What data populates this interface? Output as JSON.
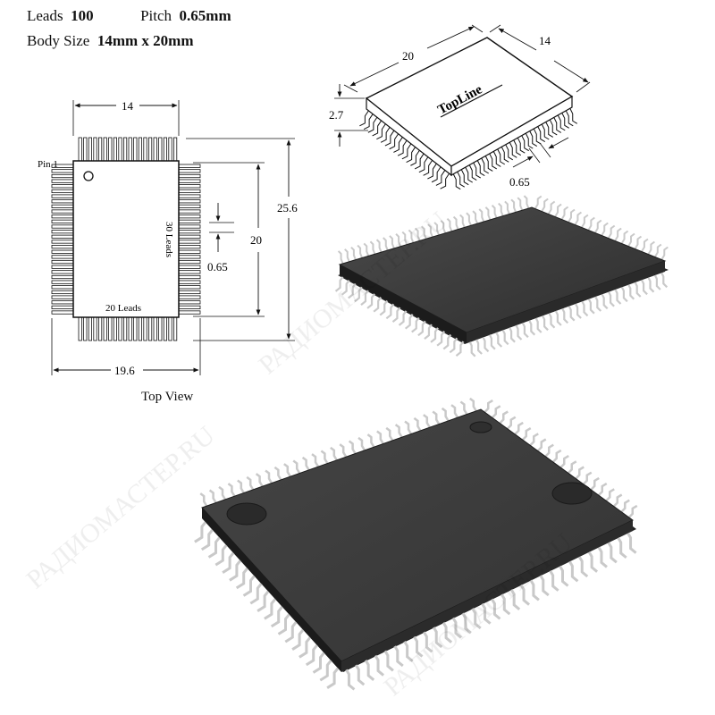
{
  "header": {
    "leads_label": "Leads",
    "leads_value": "100",
    "pitch_label": "Pitch",
    "pitch_value": "0.65mm",
    "body_label": "Body Size",
    "body_value": "14mm x 20mm"
  },
  "top_view": {
    "caption": "Top View",
    "pin1_label": "Pin 1",
    "short_side_leads": "20 Leads",
    "long_side_leads": "30 Leads",
    "dim_body_width": "14",
    "dim_body_length": "20",
    "dim_total_length": "25.6",
    "dim_total_width": "19.6",
    "dim_pitch": "0.65"
  },
  "iso_drawing": {
    "brand_text": "TopLine",
    "dim_length": "20",
    "dim_width": "14",
    "dim_height": "2.7",
    "dim_pitch": "0.65"
  },
  "watermark": "РАДИОМАСТЕР.RU",
  "colors": {
    "ink": "#111111",
    "chip_body": "#3b3b3b",
    "chip_edge": "#242424",
    "lead_metal": "#c9c9c9"
  }
}
